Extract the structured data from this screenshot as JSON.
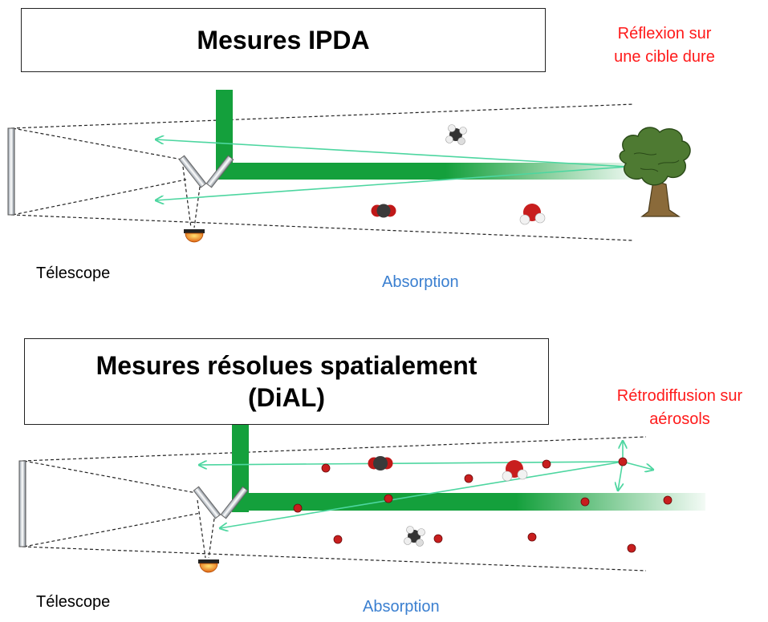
{
  "panels": [
    {
      "title": "Mesures IPDA",
      "target_label_line1": "Réflexion sur",
      "target_label_line2": "une cible dure",
      "absorption_label": "Absorption",
      "telescope_label": "Télescope",
      "icons": [
        "telescope-mirror-icon",
        "beam-splitter-icon",
        "detector-icon",
        "laser-beam",
        "tree-icon",
        "methane-molecule-icon",
        "co2-molecule-icon",
        "water-molecule-icon"
      ]
    },
    {
      "title_line1": "Mesures résolues spatialement",
      "title_line2": "(DiAL)",
      "target_label_line1": "Rétrodiffusion sur",
      "target_label_line2": "aérosols",
      "absorption_label": "Absorption",
      "telescope_label": "Télescope",
      "icons": [
        "telescope-mirror-icon",
        "beam-splitter-icon",
        "detector-icon",
        "laser-beam",
        "aerosol-particle-icon",
        "co2-molecule-icon",
        "water-molecule-icon",
        "methane-molecule-icon"
      ]
    }
  ],
  "colors": {
    "beam": "#14a03c",
    "return_rays": "#4dd6a0",
    "aerosol": "#c81e1e",
    "label_red": "#ff1a1a",
    "label_blue": "#3a7fd0"
  }
}
